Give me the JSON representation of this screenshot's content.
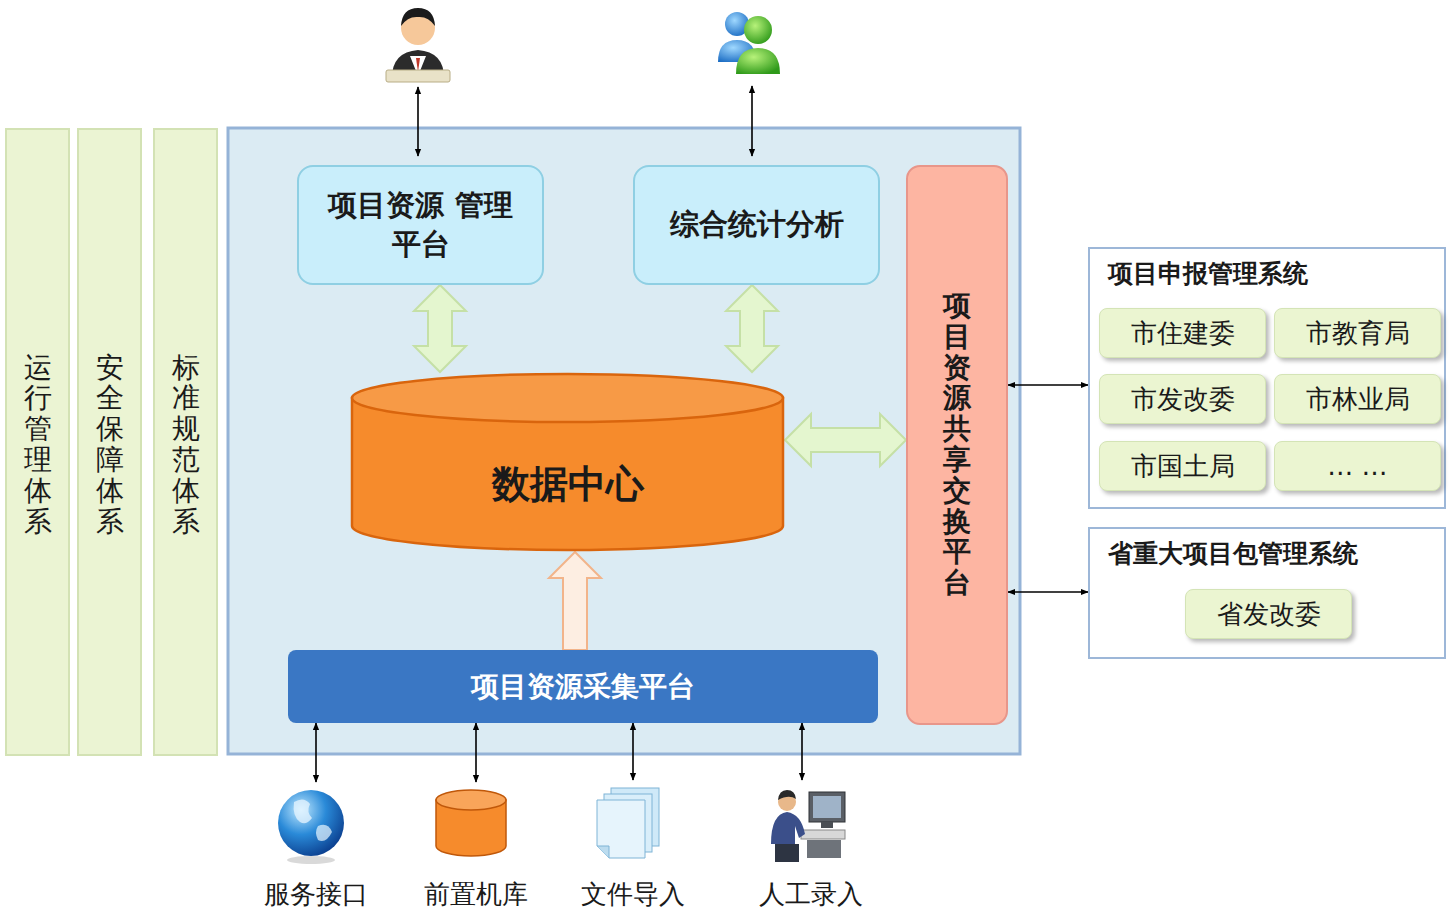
{
  "diagram": {
    "nodes": [
      {
        "text": [
          "运行管理体系"
        ]
      },
      {
        "text": [
          "安全保障体系"
        ]
      },
      {
        "text": [
          "标准规范体系"
        ]
      },
      {
        "text": [
          "项目资源 管理平台"
        ]
      },
      {
        "text": [
          "综合统计分析"
        ]
      },
      {
        "text": [
          "项目资源共享交换平台"
        ]
      },
      {
        "text": [
          "数据中心"
        ]
      },
      {
        "text": [
          "项目申报管理系统"
        ]
      },
      {
        "text": [
          "市住建委"
        ],
        "in": 7
      },
      {
        "text": [
          "市教育局"
        ],
        "in": 7
      },
      {
        "text": [
          "市发改委"
        ],
        "in": 7
      },
      {
        "text": [
          "市林业局"
        ],
        "in": 7
      },
      {
        "text": [
          "市国土局"
        ],
        "in": 7
      },
      {
        "text": [
          "… …"
        ],
        "in": 7
      },
      {
        "text": [
          "省重大项目包管理系统"
        ]
      },
      {
        "text": [
          "省发改委"
        ],
        "in": 14
      },
      {
        "text": [
          "项目资源采集平台"
        ]
      },
      {
        "text": [
          "服务接口"
        ]
      },
      {
        "text": [
          "前置机库"
        ]
      },
      {
        "text": [
          "文件导入"
        ]
      },
      {
        "text": [
          "人工录入"
        ]
      }
    ],
    "edges": [
      {
        "from": 3,
        "to": 6,
        "arrow": "both"
      },
      {
        "from": 4,
        "to": 6,
        "arrow": "both"
      },
      {
        "from": 6,
        "to": 5,
        "arrow": "both"
      },
      {
        "from": 16,
        "to": 6,
        "arrow": "to"
      },
      {
        "from": 5,
        "to": 7,
        "arrow": "both"
      },
      {
        "from": 5,
        "to": 14,
        "arrow": "both"
      },
      {
        "from": 17,
        "to": 16,
        "arrow": "both"
      },
      {
        "from": 18,
        "to": 16,
        "arrow": "both"
      },
      {
        "from": 19,
        "to": 16,
        "arrow": "both"
      },
      {
        "from": 20,
        "to": 16,
        "arrow": "both"
      }
    ]
  }
}
